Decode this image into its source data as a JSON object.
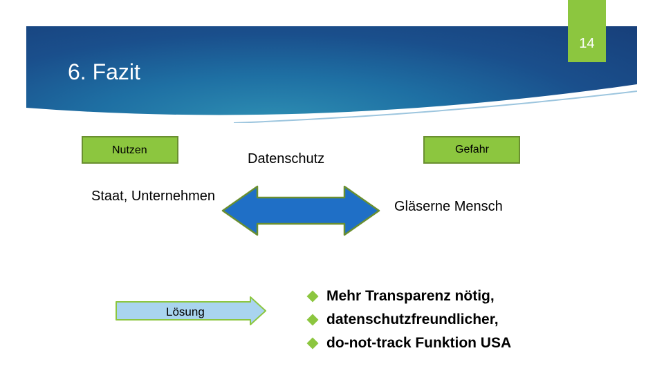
{
  "slide": {
    "number": "14",
    "title": "6. Fazit"
  },
  "boxes": {
    "nutzen": "Nutzen",
    "gefahr": "Gefahr"
  },
  "labels": {
    "datenschutz": "Datenschutz",
    "staat": "Staat, Unternehmen",
    "glaserne_mensch": "Gläserne Mensch",
    "loesung": "Lösung"
  },
  "bullets": [
    "Mehr Transparenz nötig,",
    "datenschutzfreundlicher,",
    "do-not-track Funktion USA"
  ],
  "colors": {
    "accent_green": "#8cc63f",
    "banner_blue": "#1a4f8c",
    "arrow_blue": "#1f6fc6",
    "arrow_light": "#a9d4ef"
  }
}
